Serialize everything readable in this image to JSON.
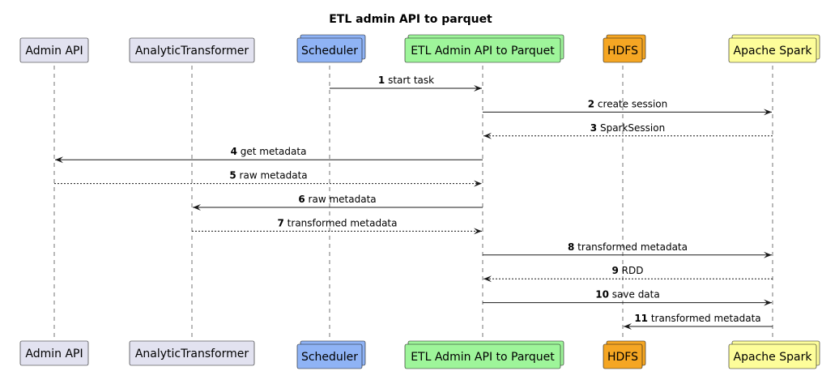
{
  "title": "ETL admin API to parquet",
  "participants": [
    {
      "id": "admin",
      "label": "Admin API",
      "kind": "participant",
      "fill": "#e2e2f0",
      "stroke": "#181818"
    },
    {
      "id": "transformer",
      "label": "AnalyticTransformer",
      "kind": "participant",
      "fill": "#e2e2f0",
      "stroke": "#181818"
    },
    {
      "id": "scheduler",
      "label": "Scheduler",
      "kind": "collections",
      "fill": "#8fb3f5",
      "stroke": "#181818"
    },
    {
      "id": "etl",
      "label": "ETL Admin API to Parquet",
      "kind": "collections",
      "fill": "#9ef59a",
      "stroke": "#181818"
    },
    {
      "id": "hdfs",
      "label": "HDFS",
      "kind": "collections",
      "fill": "#f5a623",
      "stroke": "#181818"
    },
    {
      "id": "spark",
      "label": "Apache Spark",
      "kind": "collections",
      "fill": "#fdfd9a",
      "stroke": "#181818"
    }
  ],
  "messages": [
    {
      "num": "1",
      "text": "start task",
      "from": "scheduler",
      "to": "etl",
      "style": "solid"
    },
    {
      "num": "2",
      "text": "create session",
      "from": "etl",
      "to": "spark",
      "style": "solid"
    },
    {
      "num": "3",
      "text": "SparkSession",
      "from": "spark",
      "to": "etl",
      "style": "dashed"
    },
    {
      "num": "4",
      "text": "get metadata",
      "from": "etl",
      "to": "admin",
      "style": "solid"
    },
    {
      "num": "5",
      "text": "raw metadata",
      "from": "admin",
      "to": "etl",
      "style": "dashed"
    },
    {
      "num": "6",
      "text": "raw metadata",
      "from": "etl",
      "to": "transformer",
      "style": "solid"
    },
    {
      "num": "7",
      "text": "transformed metadata",
      "from": "transformer",
      "to": "etl",
      "style": "dashed"
    },
    {
      "num": "8",
      "text": "transformed metadata",
      "from": "etl",
      "to": "spark",
      "style": "solid"
    },
    {
      "num": "9",
      "text": "RDD",
      "from": "spark",
      "to": "etl",
      "style": "dashed"
    },
    {
      "num": "10",
      "text": "save data",
      "from": "etl",
      "to": "spark",
      "style": "solid"
    },
    {
      "num": "11",
      "text": "transformed metadata",
      "from": "spark",
      "to": "hdfs",
      "style": "solid"
    }
  ]
}
